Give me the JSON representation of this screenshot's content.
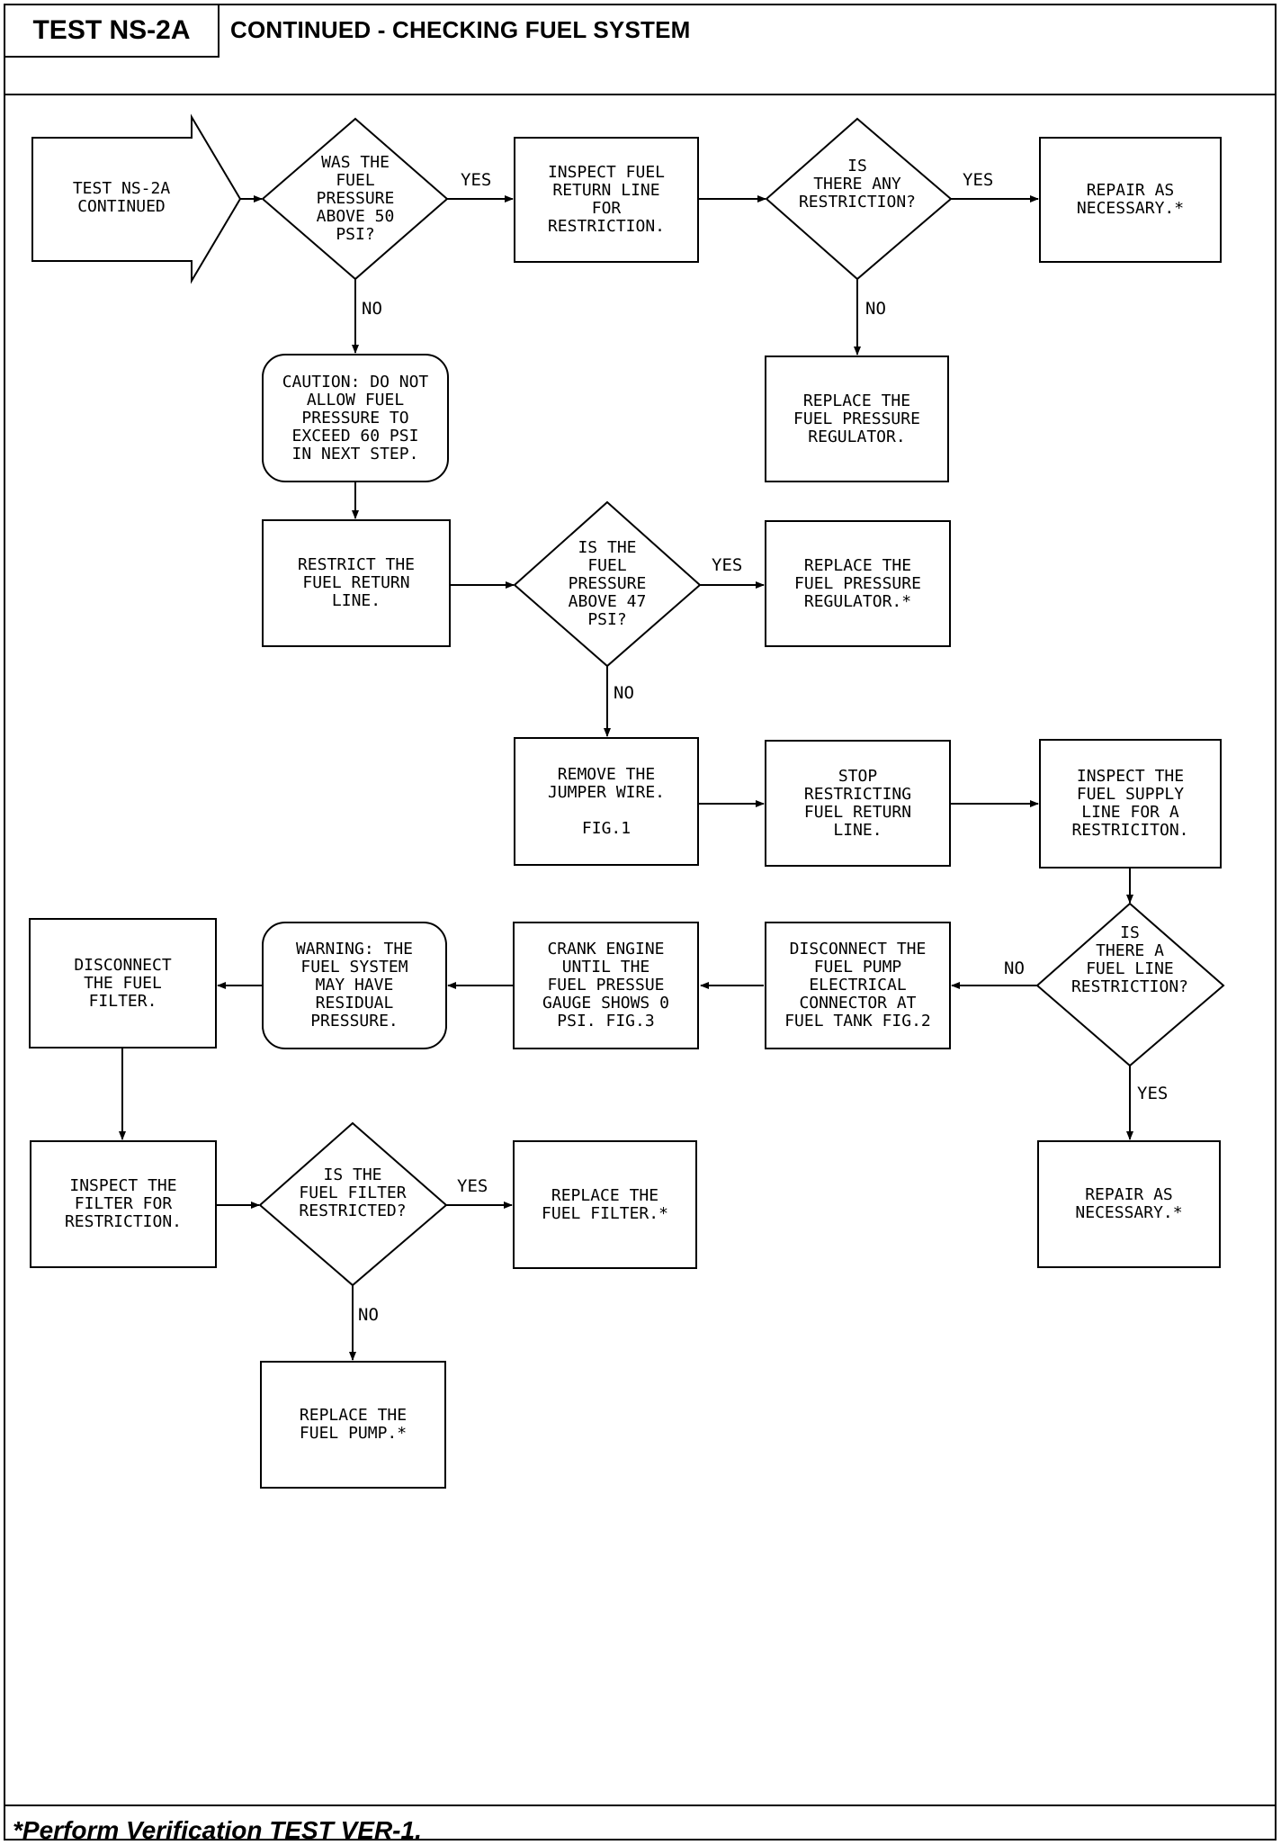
{
  "header": {
    "test_id": "TEST NS-2A",
    "title": "CONTINUED - CHECKING FUEL SYSTEM"
  },
  "footer": {
    "note": "*Perform Verification TEST VER-1."
  },
  "nodes": {
    "start": "TEST NS-2A\nCONTINUED",
    "d1": "WAS THE\nFUEL\nPRESSURE\nABOVE 50\nPSI?",
    "inspect_return": "INSPECT FUEL\nRETURN LINE\nFOR\nRESTRICTION.",
    "d2": "IS\nTHERE ANY\nRESTRICTION?",
    "repair1": "REPAIR AS\nNECESSARY.*",
    "replace_reg1": "REPLACE THE\nFUEL PRESSURE\nREGULATOR.",
    "caution": "CAUTION: DO NOT\nALLOW FUEL\nPRESSURE TO\nEXCEED 60 PSI\nIN NEXT STEP.",
    "restrict": "RESTRICT THE\nFUEL RETURN\nLINE.",
    "d3": "IS THE\nFUEL\nPRESSURE\nABOVE 47\nPSI?",
    "replace_reg2": "REPLACE THE\nFUEL PRESSURE\nREGULATOR.*",
    "remove_jumper": "REMOVE THE\nJUMPER WIRE.\n\nFIG.1",
    "stop_restrict": "STOP\nRESTRICTING\nFUEL RETURN\nLINE.",
    "inspect_supply": "INSPECT THE\nFUEL SUPPLY\nLINE FOR A\nRESTRICITON.",
    "d4": "IS\nTHERE A\nFUEL LINE\nRESTRICTION?",
    "repair2": "REPAIR AS\nNECESSARY.*",
    "disconnect_pump": "DISCONNECT THE\nFUEL PUMP\nELECTRICAL\nCONNECTOR AT\nFUEL TANK FIG.2",
    "crank": "CRANK ENGINE\nUNTIL THE\nFUEL PRESSUE\nGAUGE SHOWS 0\nPSI. FIG.3",
    "warning": "WARNING: THE\nFUEL SYSTEM\nMAY HAVE\nRESIDUAL\nPRESSURE.",
    "disconnect_filter": "DISCONNECT\nTHE FUEL\nFILTER.",
    "inspect_filter": "INSPECT THE\nFILTER FOR\nRESTRICTION.",
    "d5": "IS THE\nFUEL FILTER\nRESTRICTED?",
    "replace_filter": "REPLACE THE\nFUEL FILTER.*",
    "replace_pump": "REPLACE THE\nFUEL PUMP.*"
  },
  "edge_labels": {
    "d1_yes": "YES",
    "d1_no": "NO",
    "d2_yes": "YES",
    "d2_no": "NO",
    "d3_yes": "YES",
    "d3_no": "NO",
    "d4_no": "NO",
    "d4_yes": "YES",
    "d5_yes": "YES",
    "d5_no": "NO"
  }
}
